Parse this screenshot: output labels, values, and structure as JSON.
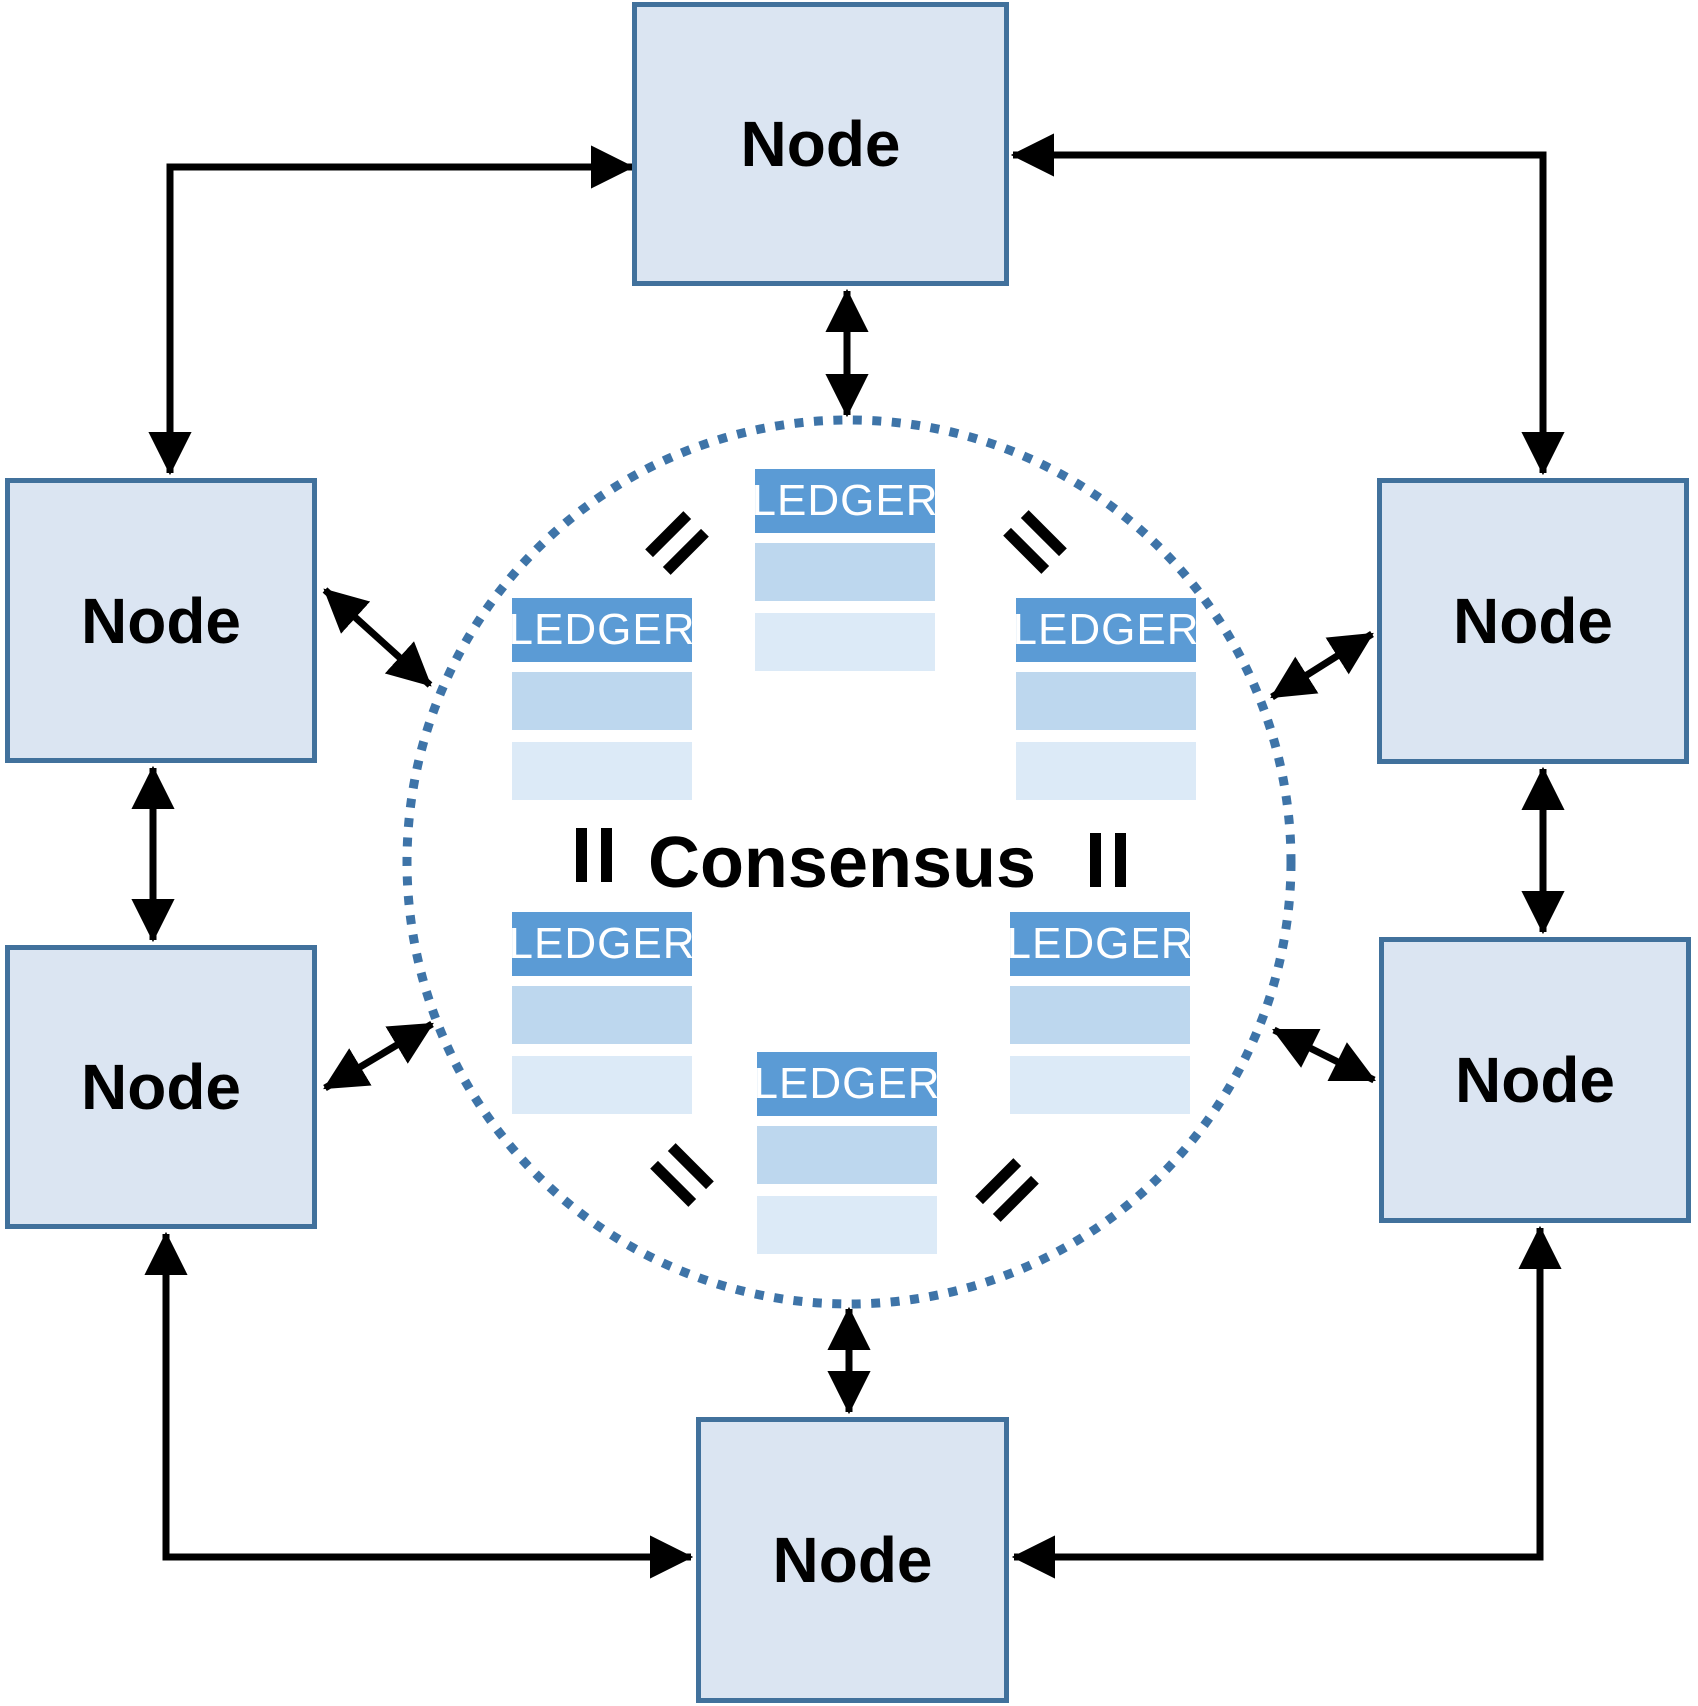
{
  "diagram": {
    "consensus_label": "Consensus",
    "equals_symbol": "=",
    "nodes": [
      {
        "id": "top",
        "label": "Node"
      },
      {
        "id": "upper-left",
        "label": "Node"
      },
      {
        "id": "upper-right",
        "label": "Node"
      },
      {
        "id": "lower-left",
        "label": "Node"
      },
      {
        "id": "lower-right",
        "label": "Node"
      },
      {
        "id": "bottom",
        "label": "Node"
      }
    ],
    "ledgers": [
      {
        "id": "top",
        "label": "LEDGER"
      },
      {
        "id": "upper-left",
        "label": "LEDGER"
      },
      {
        "id": "upper-right",
        "label": "LEDGER"
      },
      {
        "id": "lower-left",
        "label": "LEDGER"
      },
      {
        "id": "lower-right",
        "label": "LEDGER"
      },
      {
        "id": "bottom",
        "label": "LEDGER"
      }
    ],
    "colors": {
      "node_fill": "#dbe5f2",
      "node_border": "#41719c",
      "ledger_header": "#5b9bd5",
      "ledger_row_1": "#bdd7ee",
      "ledger_row_2": "#dceaf7",
      "circle_dots": "#3e74a8",
      "arrows": "#000000",
      "ledger_text": "#ffffff",
      "label_text": "#000000"
    }
  }
}
